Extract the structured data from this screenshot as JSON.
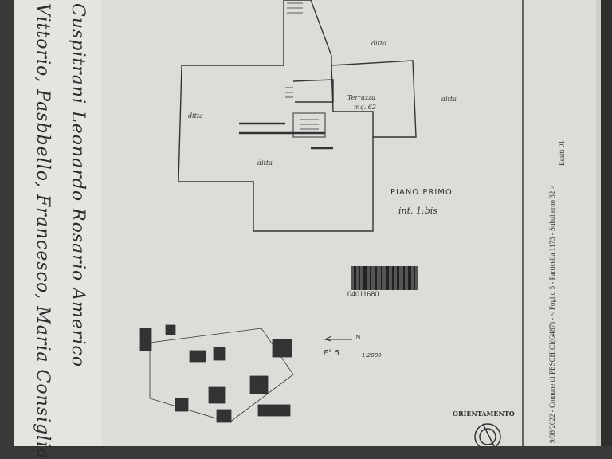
{
  "handwritten_note": {
    "line1": "Cuspitrani Leonardo Rosario Americo",
    "line2": "Vittorio, Pasbbello, Francesco, Maria Consiglia"
  },
  "plan": {
    "room_labels": [
      "ditta",
      "ditta",
      "ditta",
      "ditta"
    ],
    "terrace_label": "Terrazza",
    "terrace_area": "mq. 62",
    "floor_title": "PIANO PRIMO",
    "interior": "int. 1:bis",
    "barcode_number": "04011680",
    "sheet_ref": "F° 5",
    "scale": "1:2000",
    "north_label": "N",
    "orientation_label": "ORIENTAMENTO"
  },
  "margin": {
    "cadastral_ref": "9/08/2022 - Comune di PESCHICI(G487) - < Foglio 5 - Particella 1173 - Subalterno 32 >",
    "sheet_number": "Esatti 01"
  },
  "colors": {
    "paper": "#dcdcd8",
    "ink": "#333333",
    "background": "#3a3a38"
  }
}
